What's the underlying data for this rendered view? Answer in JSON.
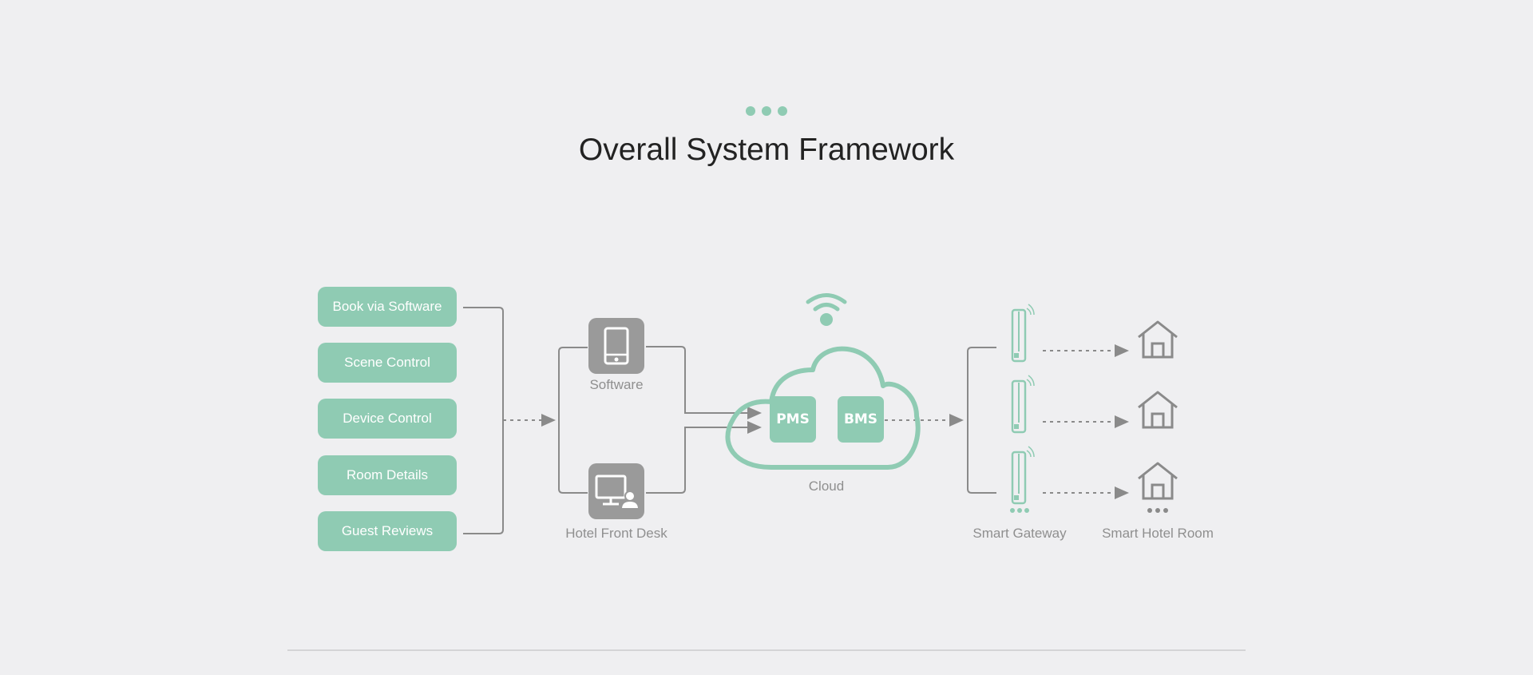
{
  "header": {
    "title": "Overall System Framework"
  },
  "features": [
    {
      "label": "Book via Software"
    },
    {
      "label": "Scene Control"
    },
    {
      "label": "Device Control"
    },
    {
      "label": "Room Details"
    },
    {
      "label": "Guest Reviews"
    }
  ],
  "nodes": {
    "software": {
      "label": "Software",
      "icon": "tablet-icon"
    },
    "front_desk": {
      "label": "Hotel Front Desk",
      "icon": "computer-user-icon"
    },
    "cloud": {
      "label": "Cloud",
      "icon": "cloud-icon",
      "items": [
        "PMS",
        "BMS"
      ]
    },
    "gateway": {
      "label": "Smart Gateway",
      "icon": "gateway-icon"
    },
    "room": {
      "label": "Smart Hotel Room",
      "icon": "house-icon"
    }
  },
  "colors": {
    "accent": "#8fcbb3",
    "gray": "#9a9a9a",
    "background": "#efeff1",
    "title": "#222222"
  }
}
